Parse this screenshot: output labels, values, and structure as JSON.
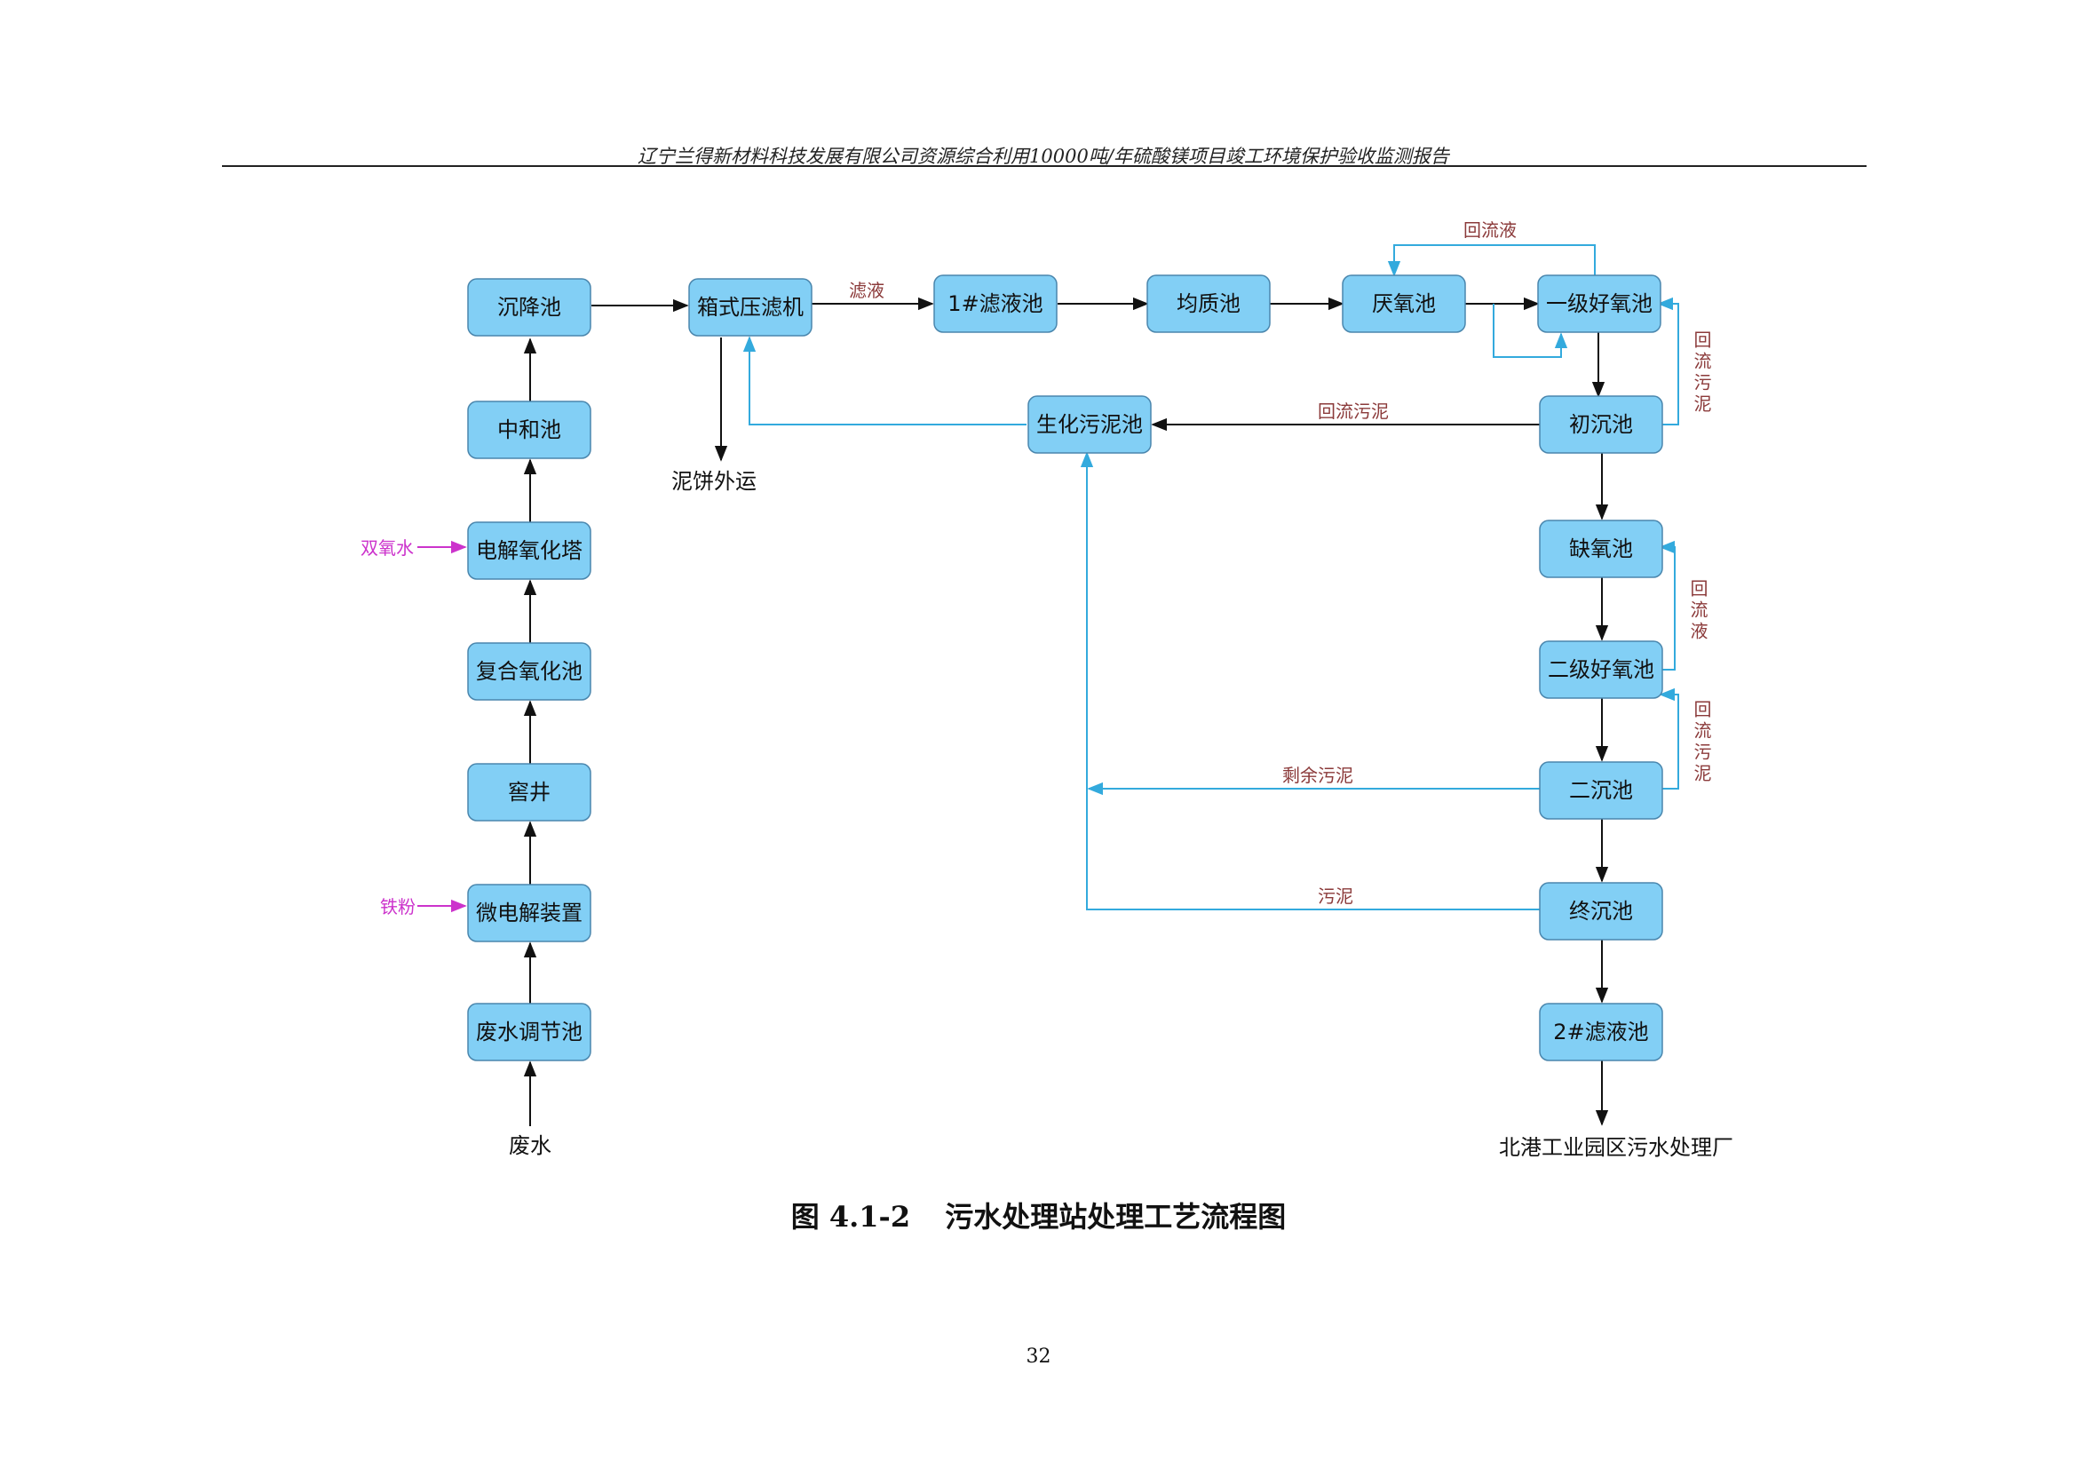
{
  "header": {
    "title": "辽宁兰得新材料科技发展有限公司资源综合利用10000吨/年硫酸镁项目竣工环境保护验收监测报告"
  },
  "diagram": {
    "colors": {
      "box_fill": "#82cff5",
      "main_flow": "#111111",
      "return_flow": "#33aadd",
      "label": "#8b3a3a",
      "input": "#cc33cc"
    },
    "nodes": {
      "waste_adjust": "废水调节池",
      "micro_electrolysis": "微电解装置",
      "cellar_well": "窖井",
      "composite_oxidation": "复合氧化池",
      "electrolytic_tower": "电解氧化塔",
      "neutralization": "中和池",
      "settling": "沉降池",
      "filter_press": "箱式压滤机",
      "filtrate_1": "1#滤液池",
      "homogenization": "均质池",
      "anaerobic": "厌氧池",
      "aerobic_1": "一级好氧池",
      "primary_settling": "初沉池",
      "bio_sludge": "生化污泥池",
      "anoxic": "缺氧池",
      "aerobic_2": "二级好氧池",
      "secondary_settling": "二沉池",
      "final_settling": "终沉池",
      "filtrate_2": "2#滤液池"
    },
    "io": {
      "wastewater": "废水",
      "sludge_cake": "泥饼外运",
      "discharge": "北港工业园区污水处理厂"
    },
    "inputs": {
      "iron_powder": "铁粉",
      "hydrogen_peroxide": "双氧水"
    },
    "edge_labels": {
      "filtrate": "滤液",
      "return_liquid_top": "回流液",
      "return_sludge_right": "回流污泥",
      "return_sludge_mid": "回流污泥",
      "return_liquid_right": "回流液",
      "return_sludge_right2": "回流污泥",
      "excess_sludge": "剩余污泥",
      "sludge": "污泥"
    }
  },
  "caption": {
    "number": "图 4.1-2",
    "title": "污水处理站处理工艺流程图"
  },
  "page": {
    "number": "32"
  }
}
